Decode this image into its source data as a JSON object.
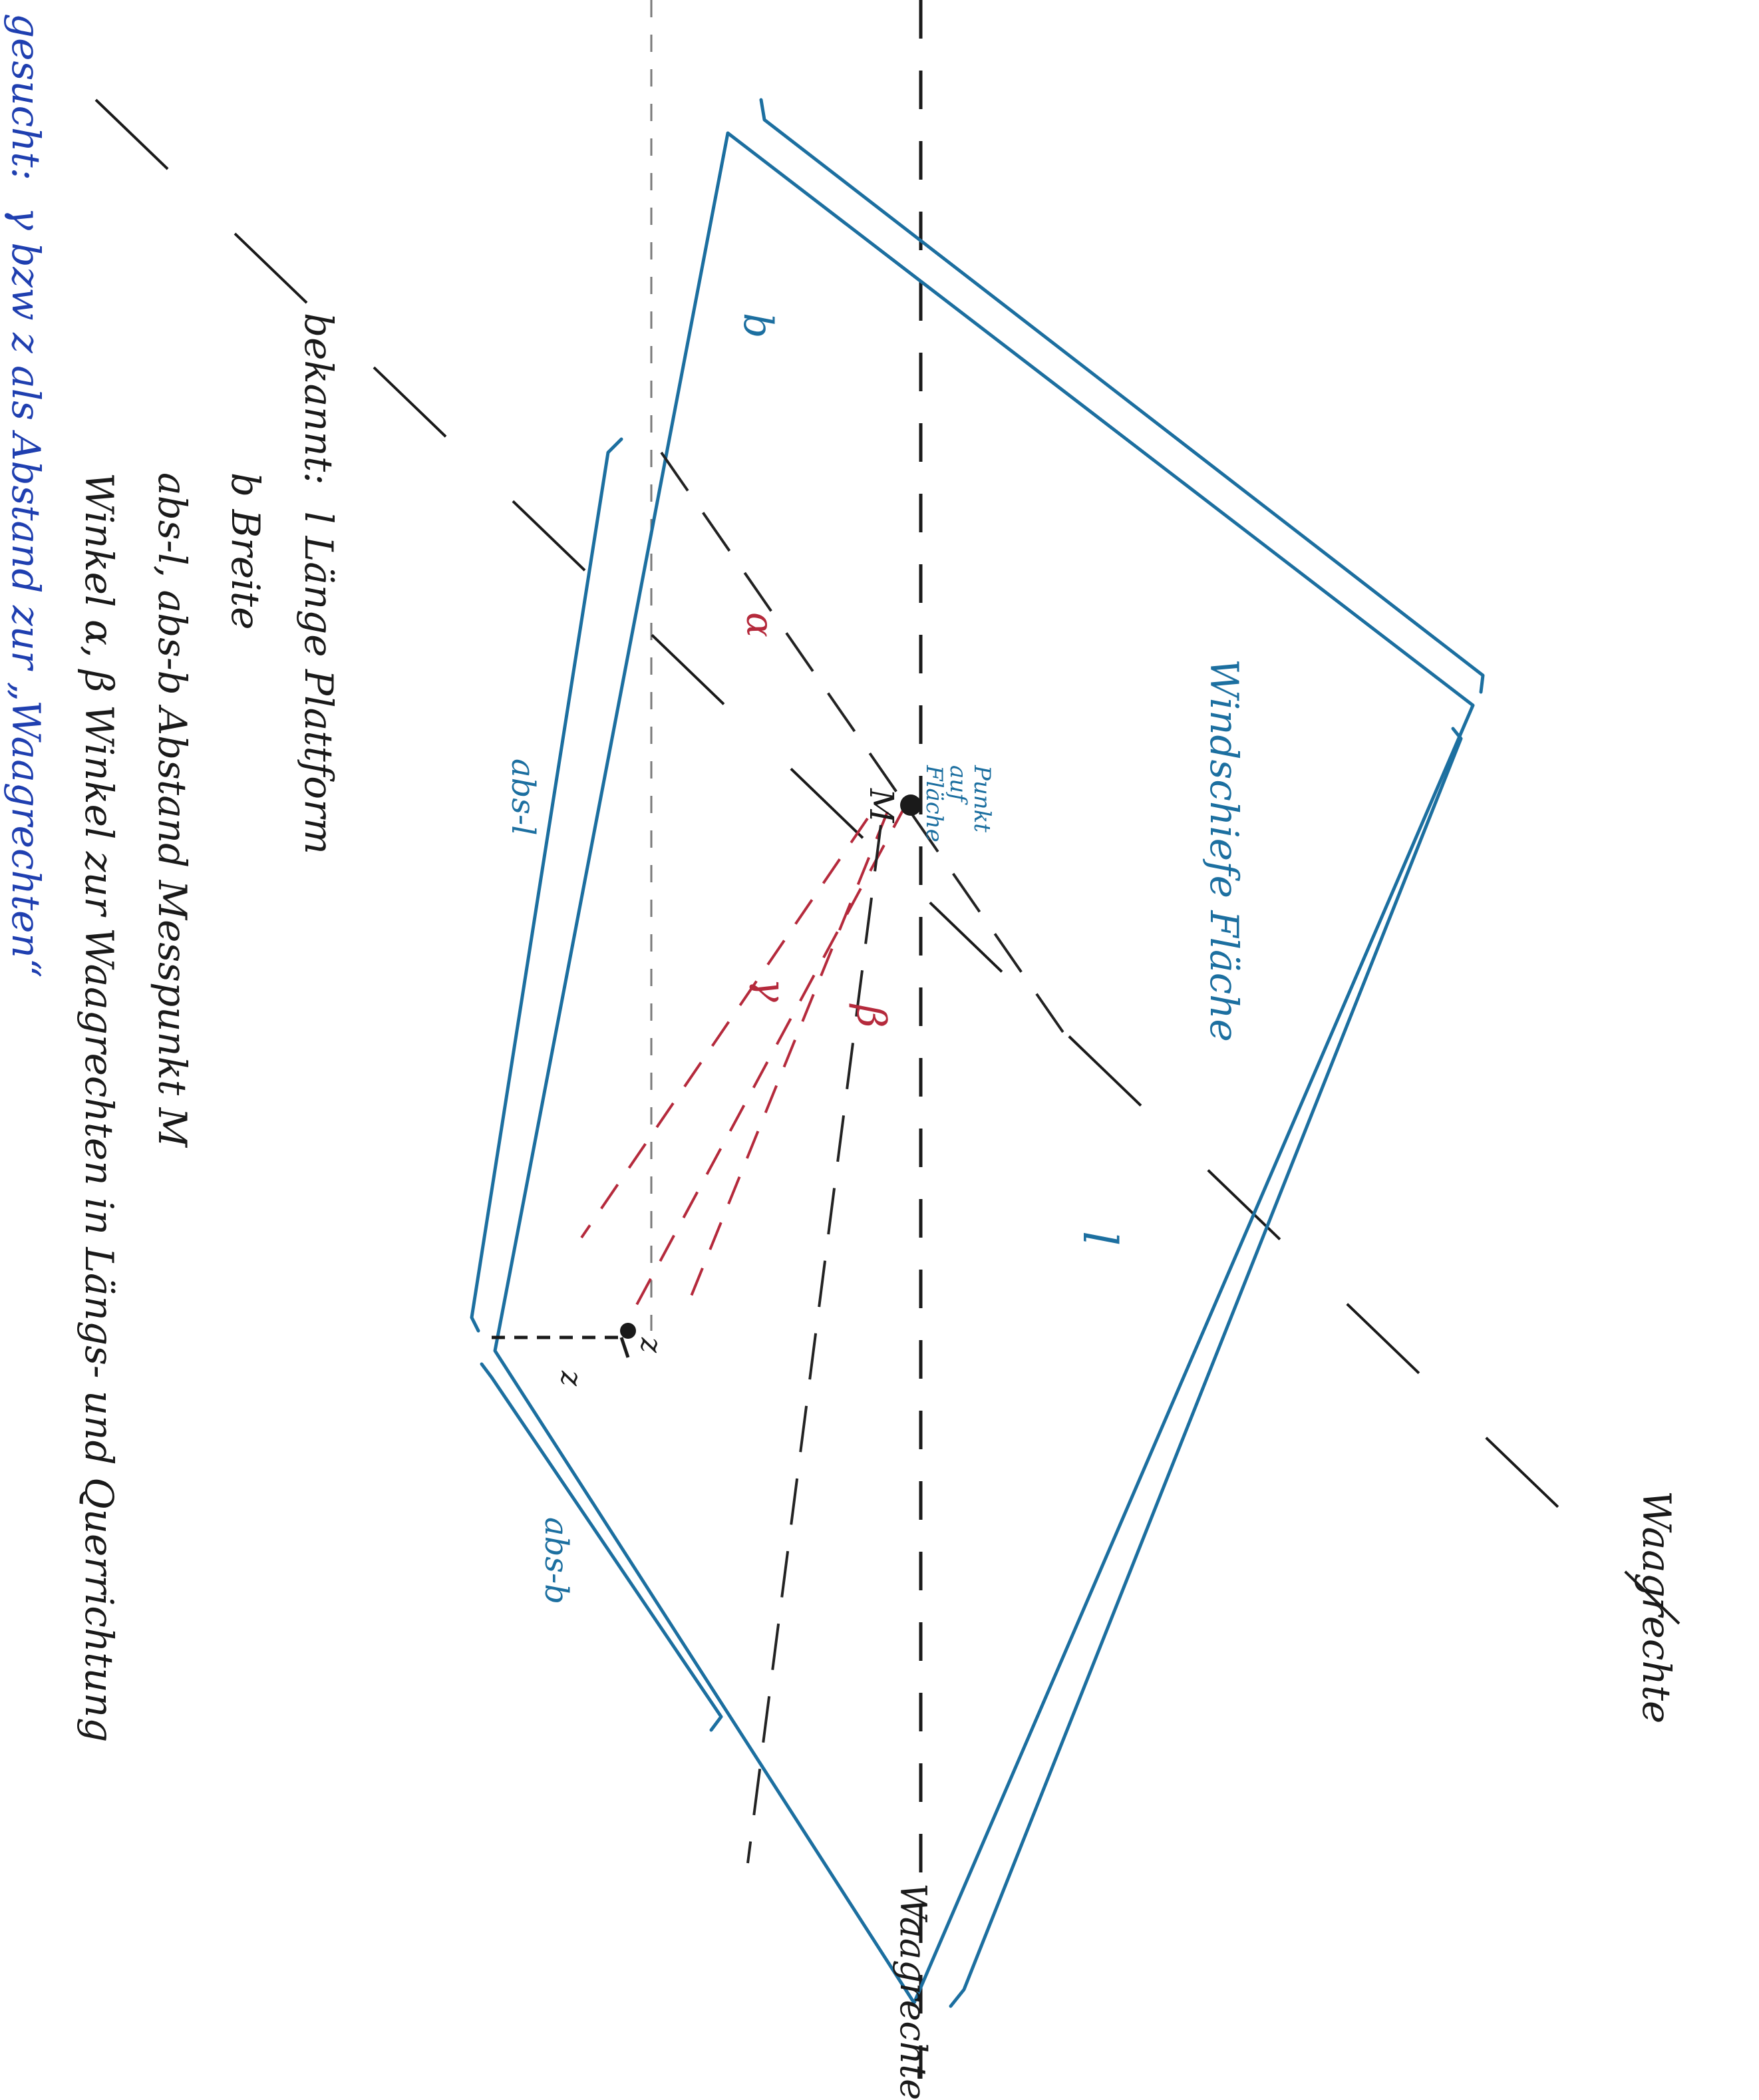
{
  "colors": {
    "platform_blue": "#1c6fa0",
    "angle_red": "#b52a3c",
    "sought_blue": "#1f3fb0",
    "ink": "#1a1a1a"
  },
  "diagram": {
    "labels": {
      "b_top": "b",
      "windschiefe_flaeche": "Windschiefe Fläche",
      "l_right": "l",
      "waagrechte_lower": "Waagrechte",
      "waagrechte_right": "Waagrechte",
      "abs_l": "abs-l",
      "abs_b": "abs-b",
      "punkt_auf_flaeche": "Punkt auf Fläche",
      "m": "M",
      "alpha": "α",
      "beta": "β",
      "gamma": "γ",
      "z1": "z",
      "z2": "z"
    }
  },
  "legend": {
    "bekannt_label": "bekannt:",
    "bekannt_lines": [
      "l  Länge Plattform",
      "b  Breite",
      "abs-l, abs-b  Abstand Messpunkt M",
      "Winkel α, β  Winkel zur Waagrechten in Längs- und Querrichtung"
    ],
    "gesucht_label": "gesucht:",
    "gesucht_line": "γ bzw z als Abstand zur „Waagrechten“"
  }
}
